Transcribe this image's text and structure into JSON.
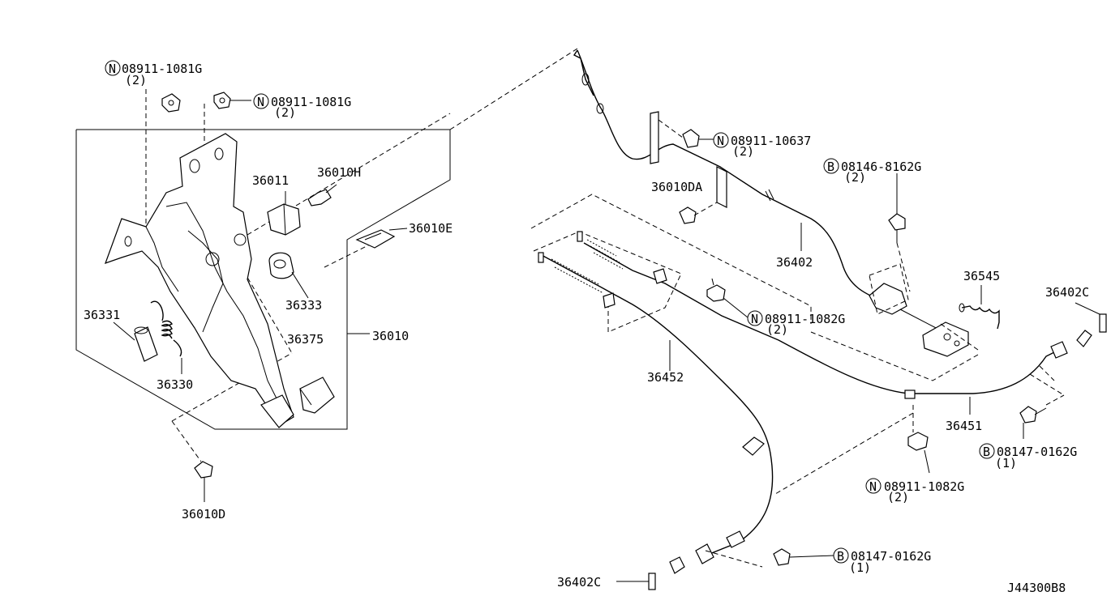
{
  "drawing_id": "J44300B8",
  "labels": {
    "p08911_1081G_a": "08911-1081G",
    "q2_a": "(2)",
    "p08911_1081G_b": "08911-1081G",
    "q2_b": "(2)",
    "p36011": "36011",
    "p36010H": "36010H",
    "p36010E": "36010E",
    "p36333": "36333",
    "p36331": "36331",
    "p36375": "36375",
    "p36010": "36010",
    "p36330": "36330",
    "p36010D": "36010D",
    "p08911_10637": "08911-10637",
    "q2_c": "(2)",
    "p08146_8162G": "08146-8162G",
    "q2_d": "(2)",
    "p36010DA": "36010DA",
    "p36402": "36402",
    "p36545": "36545",
    "p36402C_a": "36402C",
    "p08911_1082G_a": "08911-1082G",
    "q2_e": "(2)",
    "p36452": "36452",
    "p36451": "36451",
    "p08147_0162G_a": "08147-0162G",
    "q1_a": "(1)",
    "p08911_1082G_b": "08911-1082G",
    "q2_f": "(2)",
    "p08147_0162G_b": "08147-0162G",
    "q1_b": "(1)",
    "p36402C_b": "36402C"
  },
  "callouts": {
    "nut": "N",
    "bolt": "B"
  }
}
